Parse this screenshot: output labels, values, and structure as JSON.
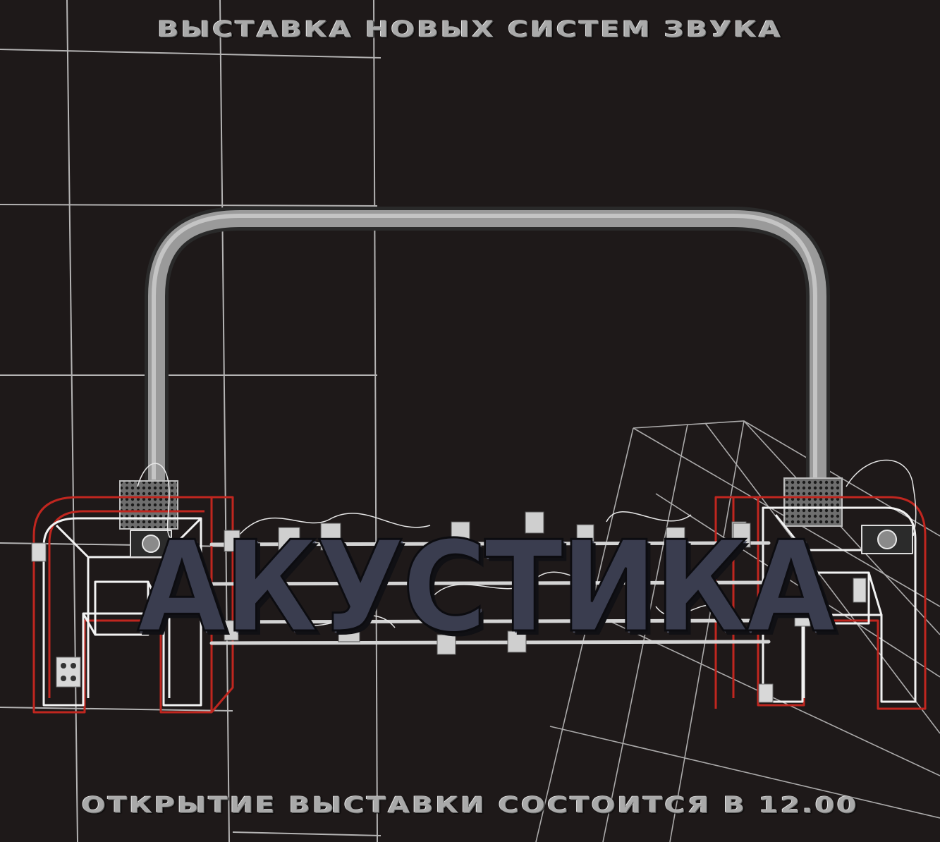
{
  "poster": {
    "top_title": "Выставка новых систем звука",
    "brand": "АКУСТИКА",
    "bottom_title": "Открытие выставки состоится в 12.00"
  },
  "colors": {
    "background": "#1e1919",
    "grid_lines": "#cfcfcf",
    "speaker_red": "#c0261f",
    "speaker_white": "#f2f2f2",
    "pipe": "#8c8c8c",
    "lettering": "#a9a9a9"
  }
}
